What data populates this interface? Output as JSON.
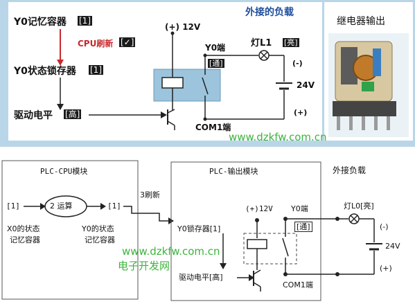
{
  "top": {
    "y0_memory": "Y0记忆容器",
    "y0_memory_value": "[1]",
    "cpu_refresh": "CPU刷新",
    "cpu_refresh_value": "[✓]",
    "y0_latch": "Y0状态锁存器",
    "y0_latch_value": "[1]",
    "drive_level": "驱动电平",
    "drive_level_value": "[高]",
    "plus12v": "(+) 12V",
    "y0_terminal": "Y0端",
    "y0_terminal_value": "[通]",
    "com1": "COM1端",
    "external_load": "外接的负载",
    "lamp": "灯L1",
    "lamp_value": "[亮]",
    "minus": "(-)",
    "voltage": "24V",
    "plus": "(+)",
    "relay_output": "继电器输出",
    "watermark": "www.dzkfw.com.cn"
  },
  "bottom": {
    "cpu_module": "PLC-CPU模块",
    "in_value": "[1]",
    "operation": "2 运算",
    "out_value": "[1]",
    "x0_memory_line1": "X0的状态",
    "x0_memory_line2": "记忆容器",
    "y0_memory_line1": "Y0的状态",
    "y0_memory_line2": "记忆容器",
    "refresh": "3刷新",
    "output_module": "PLC-输出模块",
    "external_load": "外接负载",
    "plus12v": "(+)12V",
    "y0_terminal": "Y0端",
    "y0_terminal_value": "[通]",
    "y0_latch": "Y0锁存器[1]",
    "drive_level": "驱动电平[高]",
    "com1": "COM1端",
    "lamp": "灯L0[亮]",
    "minus": "(-)",
    "voltage": "24V",
    "plus": "(+)",
    "watermark1": "www.dzkfw.com.cn",
    "watermark2": "电子开发网"
  },
  "colors": {
    "frame_blue": "#b8d6e8",
    "relay_blue": "#9cc4dc",
    "header_blue": "#1f4e9c",
    "arrow_red": "#c8282c",
    "watermark_green": "#3cb43c"
  }
}
